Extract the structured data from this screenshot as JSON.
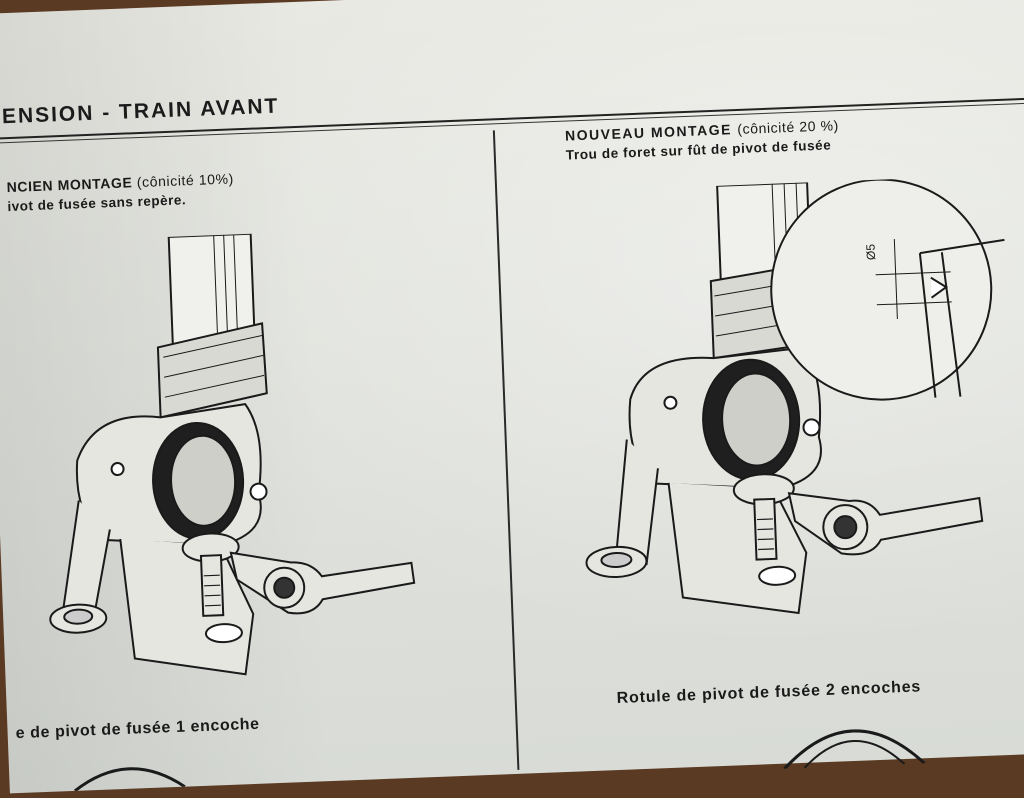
{
  "header": {
    "title": "ENSION - TRAIN AVANT"
  },
  "left_panel": {
    "title": "NCIEN MONTAGE",
    "title_note": "(cônicité 10%)",
    "subtitle": "ivot de fusée sans repère.",
    "caption": "e de pivot de fusée 1 encoche"
  },
  "right_panel": {
    "title": "NOUVEAU MONTAGE",
    "title_note": "(cônicité 20 %)",
    "subtitle": "Trou de foret sur fût de pivot de fusée",
    "caption": "Rotule de pivot de fusée 2 encoches",
    "detail_label": "Ø5"
  },
  "colors": {
    "paper": "#e4e5e0",
    "ink": "#1a1a1a",
    "background": "#5a3a22"
  }
}
